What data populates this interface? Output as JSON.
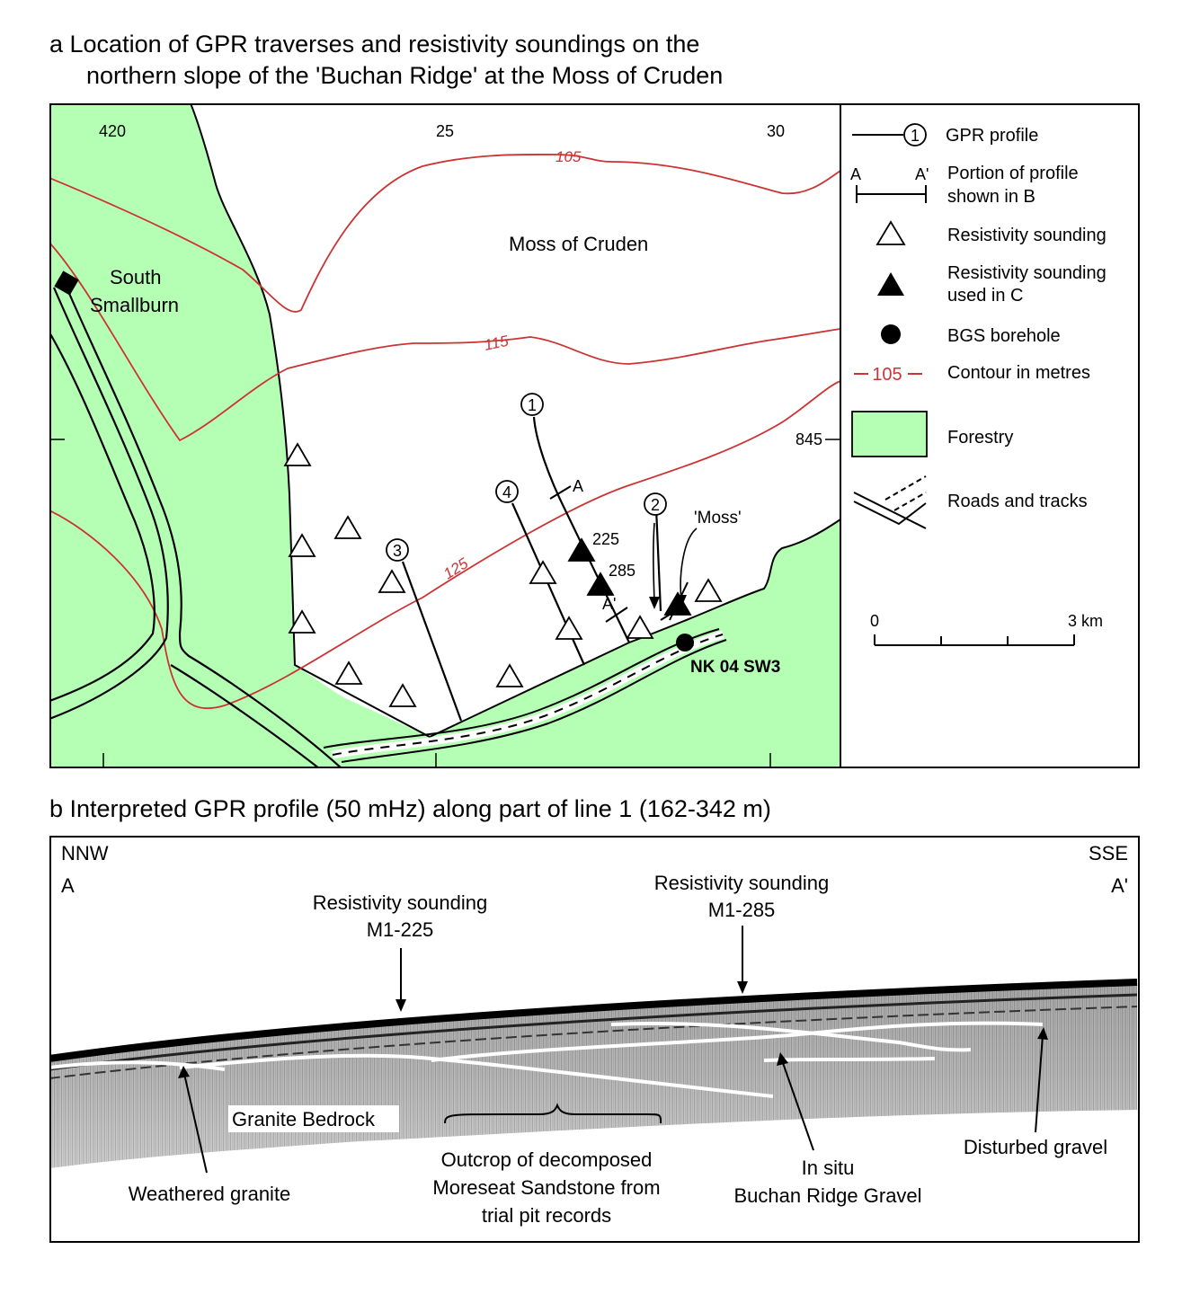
{
  "caption_a_line1": "a   Location of GPR traverses and resistivity soundings on the",
  "caption_a_line2": "northern slope of the 'Buchan Ridge' at the Moss of  Cruden",
  "caption_b": "b   Interpreted GPR profile (50 mHz) along part of line 1 (162-342 m)",
  "map": {
    "grid_x_labels": [
      "420",
      "25",
      "30"
    ],
    "grid_y_label": "845",
    "place_moss": "Moss of Cruden",
    "place_south": "South",
    "place_smallburn": "Smallburn",
    "contours": [
      "105",
      "115",
      "125"
    ],
    "profiles": [
      "1",
      "2",
      "3",
      "4"
    ],
    "section_start": "A",
    "section_end": "A'",
    "sounding_225": "225",
    "sounding_285": "285",
    "moss_label": "'Moss'",
    "borehole": "NK 04 SW3",
    "colors": {
      "forestry": "#b5ffb5",
      "contour": "#cc3333"
    }
  },
  "legend": {
    "gpr_profile": "GPR profile",
    "profile_marker": "1",
    "portion_a": "A",
    "portion_a2": "A'",
    "portion_line1": "Portion of profile",
    "portion_line2": "shown in B",
    "resistivity": "Resistivity sounding",
    "resistivity_used1": "Resistivity sounding",
    "resistivity_used2": "used in C",
    "borehole": "BGS borehole",
    "contour_sample": "105",
    "contour": "Contour in metres",
    "forestry": "Forestry",
    "roads": "Roads and tracks",
    "scale_start": "0",
    "scale_end": "3 km"
  },
  "profile_b": {
    "nnw": "NNW",
    "sse": "SSE",
    "a": "A",
    "a2": "A'",
    "res1_line1": "Resistivity sounding",
    "res1_line2": "M1-225",
    "res2_line1": "Resistivity sounding",
    "res2_line2": "M1-285",
    "granite_bedrock": "Granite Bedrock",
    "weathered": "Weathered granite",
    "outcrop1": "Outcrop of decomposed",
    "outcrop2": "Moreseat Sandstone from",
    "outcrop3": "trial pit records",
    "insitu1": "In situ",
    "insitu2": "Buchan Ridge Gravel",
    "disturbed": "Disturbed gravel"
  }
}
